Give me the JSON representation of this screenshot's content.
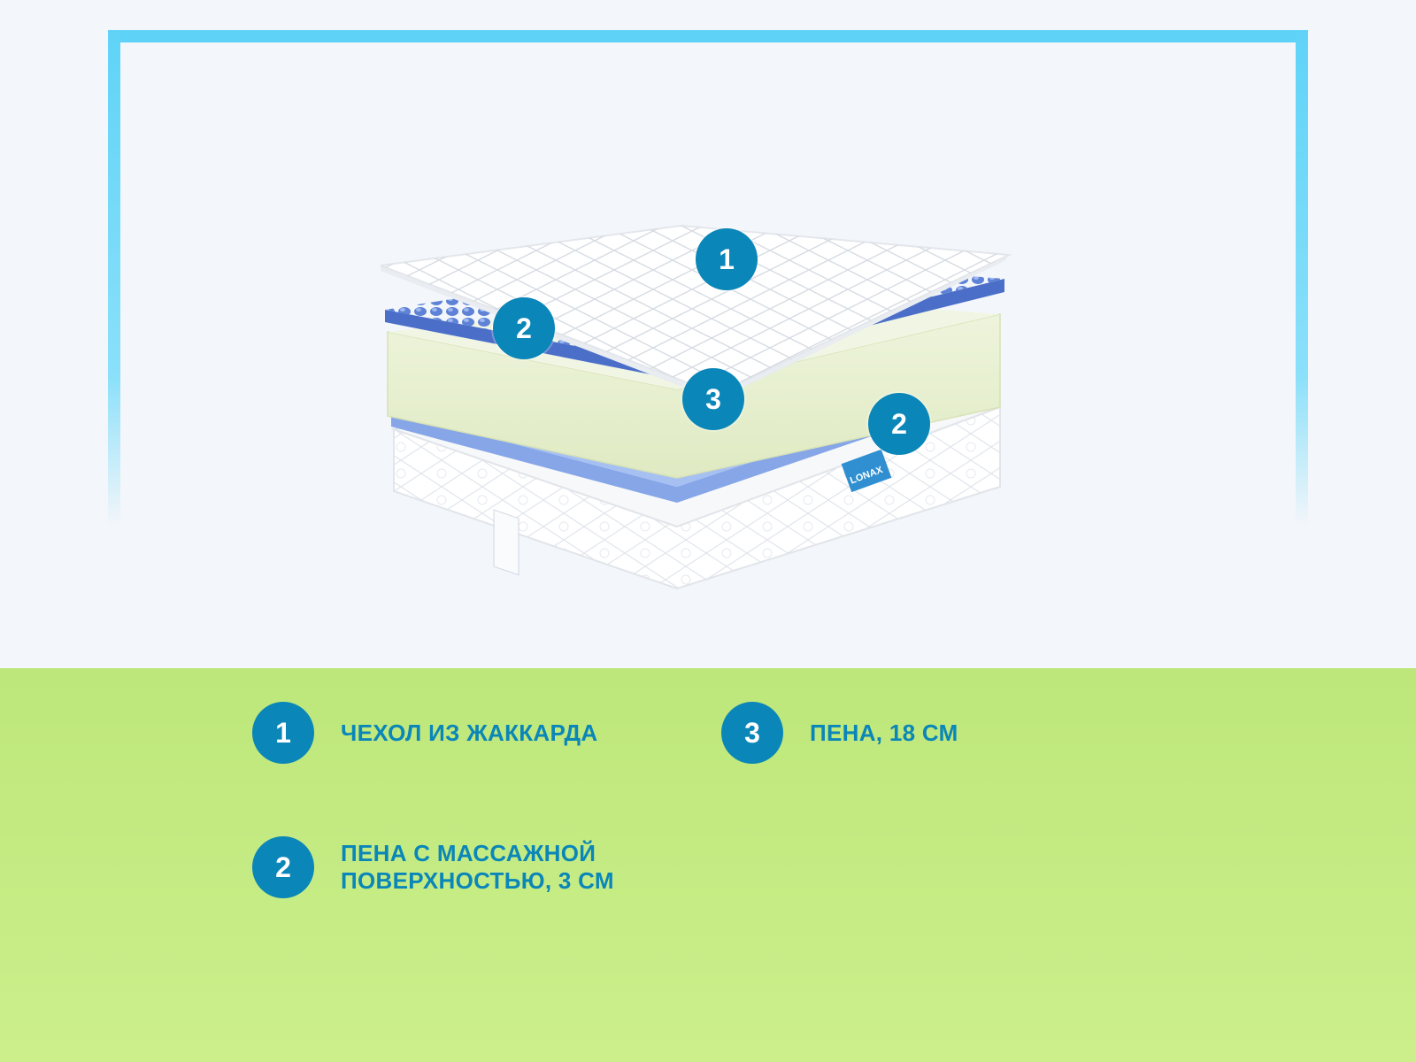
{
  "colors": {
    "accent": "#0a86b8",
    "frame": "#5fd3f7",
    "bottom_background": "#c6ec85",
    "top_background": "#f3f6fa"
  },
  "illustration": {
    "brand_label": "LONAX",
    "markers": [
      "1",
      "2",
      "3",
      "2"
    ]
  },
  "legend": {
    "items": [
      {
        "number": "1",
        "text": "ЧЕХОЛ ИЗ ЖАККАРДА"
      },
      {
        "number": "2",
        "text": "ПЕНА С МАССАЖНОЙ",
        "text2": "ПОВЕРХНОСТЬЮ, 3 СМ"
      },
      {
        "number": "3",
        "text": "ПЕНА, 18 СМ"
      }
    ]
  }
}
